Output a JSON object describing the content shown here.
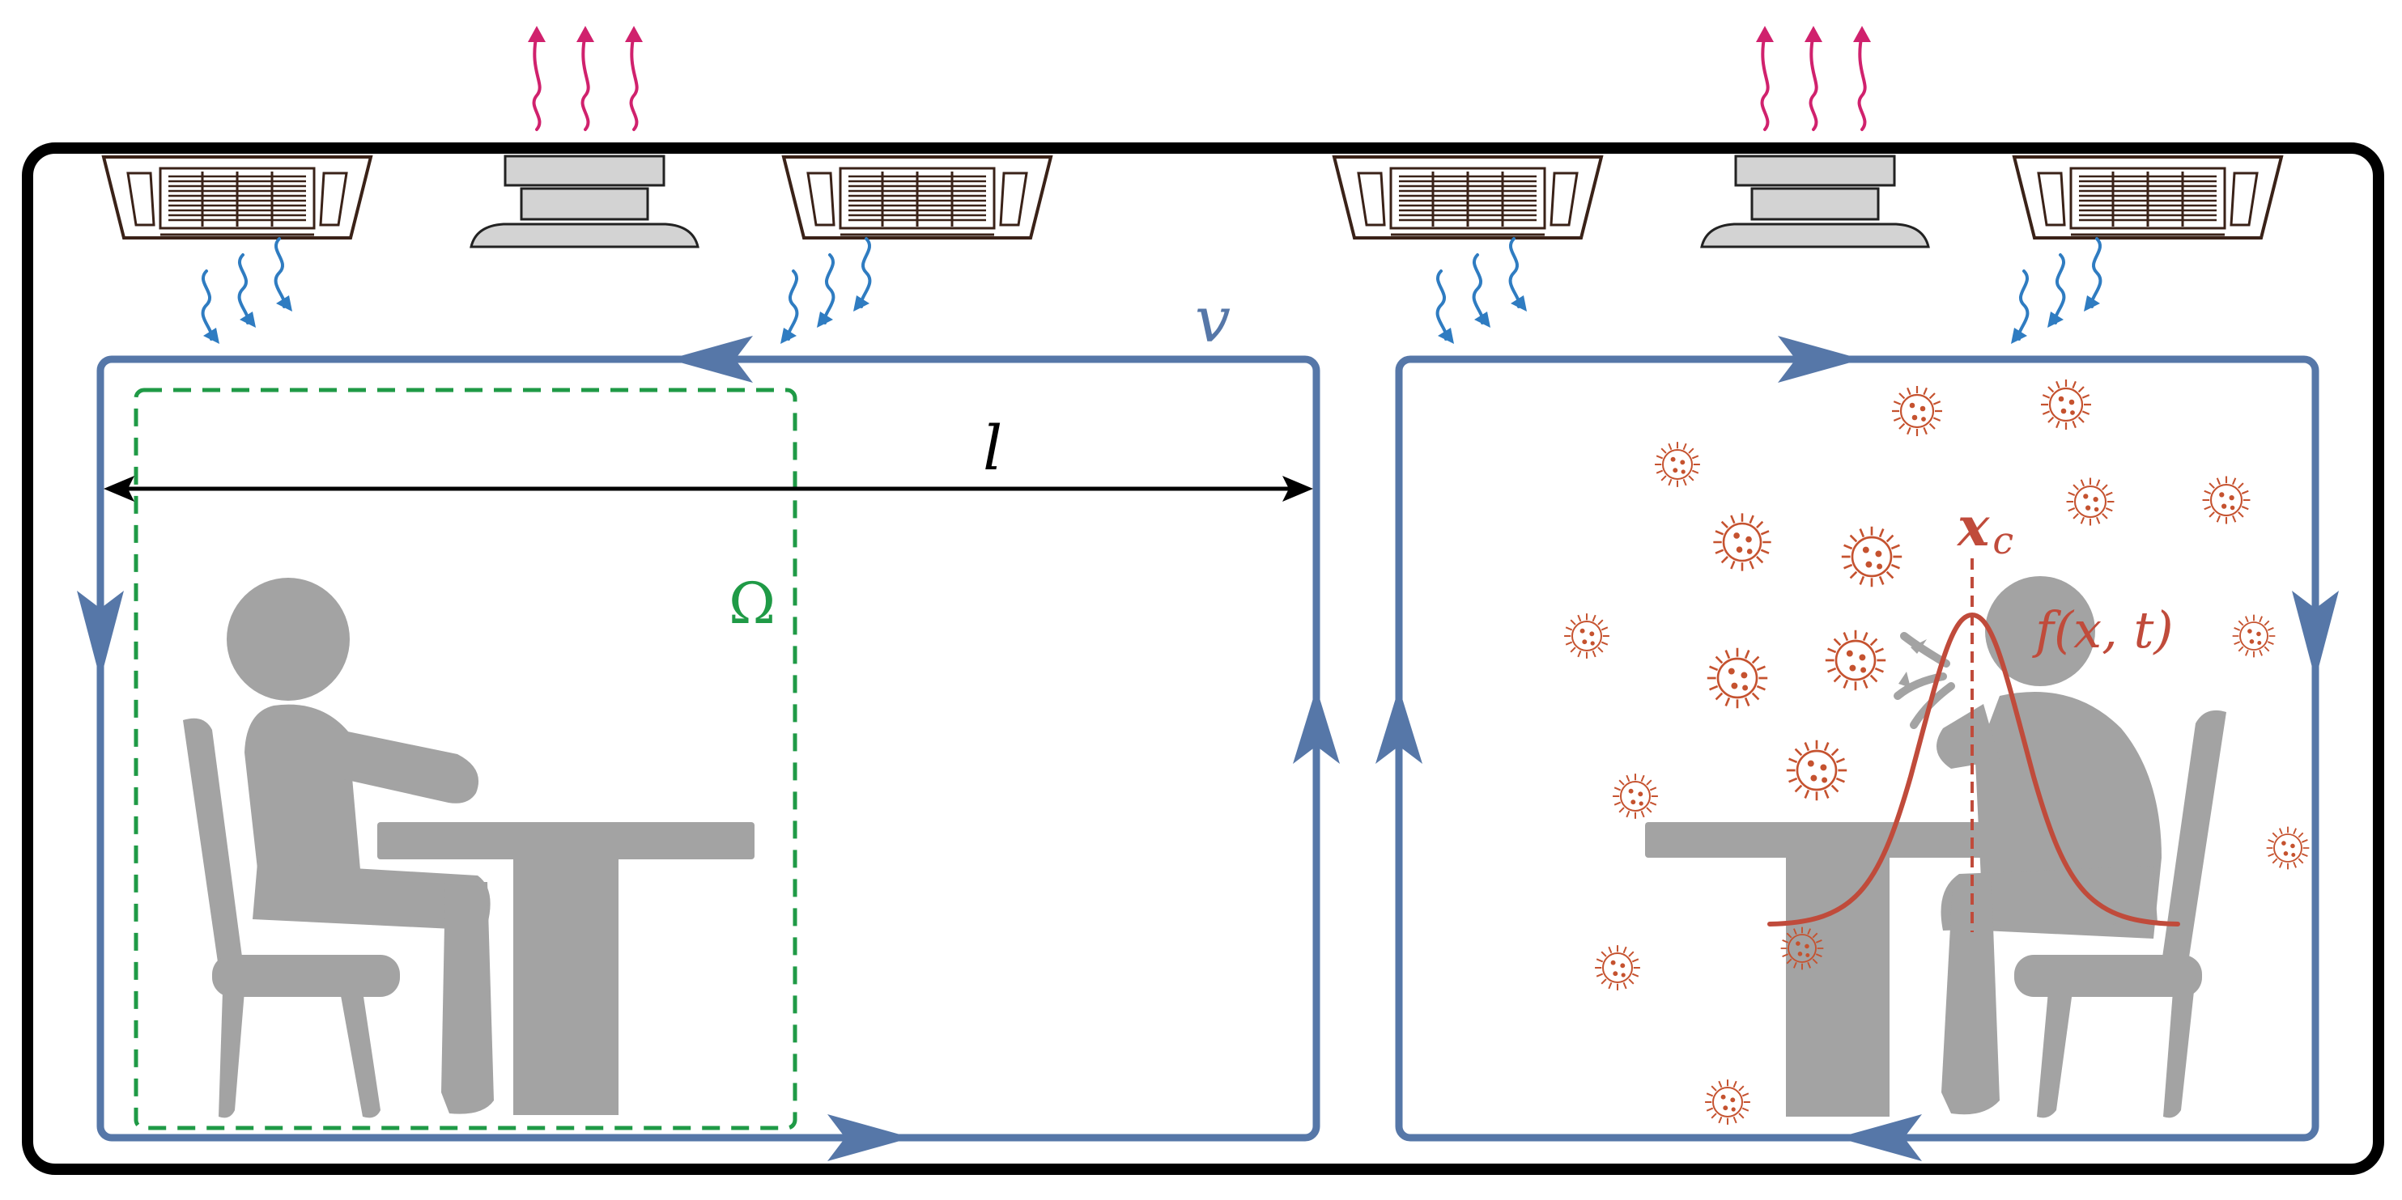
{
  "labels": {
    "velocity": "v",
    "length": "l",
    "region": "Ω",
    "source_x": "x",
    "source_sub": "c",
    "density": "f(x, t)"
  },
  "colors": {
    "room_border": "#000000",
    "circulation": "#5677a8",
    "inflow": "#2f7cc1",
    "exhaust": "#d0216d",
    "region": "#1f9a46",
    "virus": "#c5522f",
    "gaussian": "#c04b3b",
    "person": "#a3a3a3",
    "unit_fill": "#d3d3d3",
    "vent_outline": "#3a2218"
  },
  "icons": [
    "ceiling-vent-icon",
    "exhaust-fan-icon",
    "person-seated-icon",
    "person-coughing-icon",
    "chair-icon",
    "table-icon",
    "virus-icon"
  ]
}
